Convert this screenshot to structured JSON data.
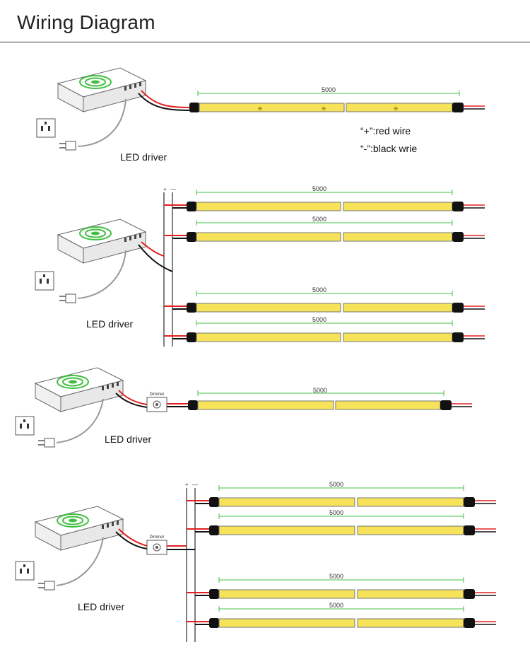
{
  "header": {
    "title": "Wiring Diagram"
  },
  "diagram": {
    "strip_length": "5000",
    "wire_legend": {
      "positive": "“+”:red wire",
      "negative": "“-”:black wrie"
    },
    "driver_label": "LED driver",
    "dimmer_label": "Dimmer",
    "bus_plus": "+",
    "bus_minus": "—",
    "colors": {
      "wire_red": "#e02020",
      "wire_black": "#111111",
      "strip_yellow": "#f6e35a",
      "guide_green": "#47c247",
      "driver_green": "#3fbf3f"
    }
  }
}
